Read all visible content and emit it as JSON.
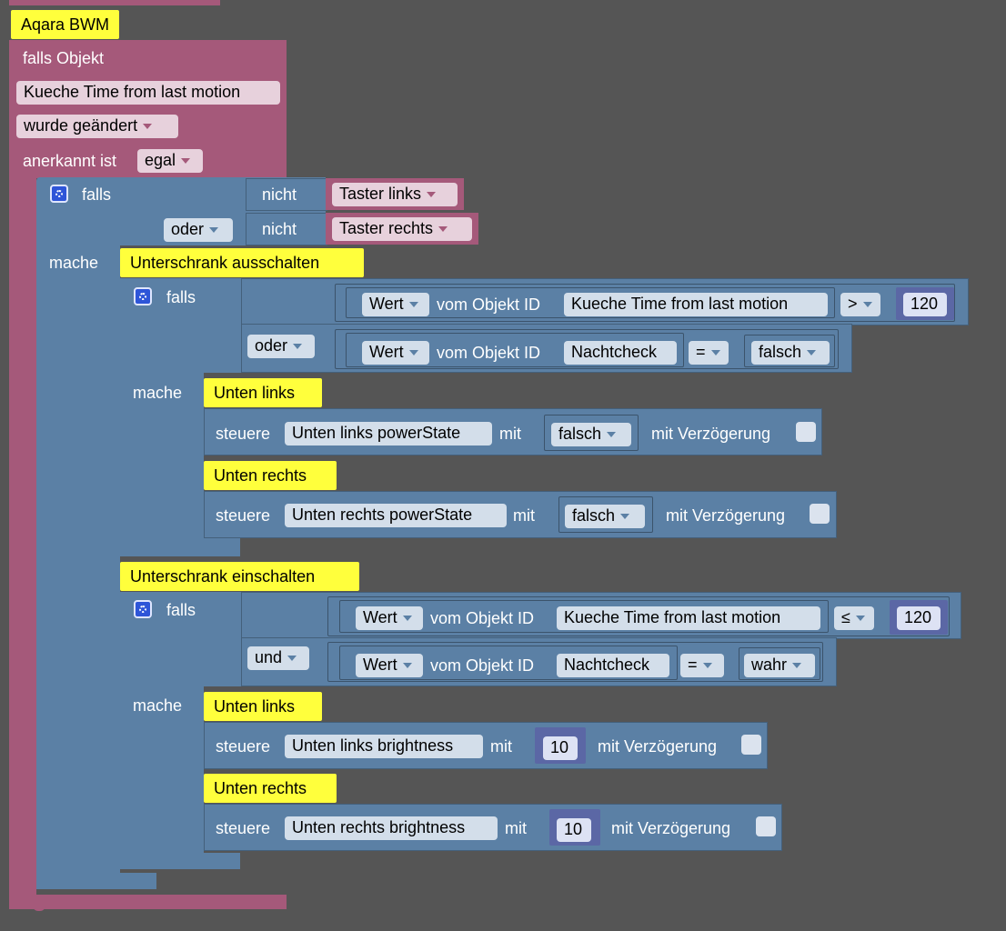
{
  "blocks": {
    "trigger_title": "Aqara BWM",
    "falls_objekt": "falls Objekt",
    "objekt_name": "Kueche Time from last motion",
    "wurde_geaendert": "wurde geändert",
    "anerkannt_ist": "anerkannt ist",
    "egal": "egal",
    "if_outer": {
      "falls": "falls",
      "nicht1": "nicht",
      "taster_links": "Taster links",
      "oder": "oder",
      "nicht2": "nicht",
      "taster_rechts": "Taster rechts",
      "mache": "mache"
    },
    "comment_aus": "Unterschrank ausschalten",
    "if_aus": {
      "falls": "falls",
      "wert1": "Wert",
      "vom_objekt1": "vom Objekt ID",
      "obj1": "Kueche Time from last motion",
      "op1": ">",
      "num1": "120",
      "oder": "oder",
      "wert2": "Wert",
      "vom_objekt2": "vom Objekt ID",
      "obj2": "Nachtcheck",
      "op2": "=",
      "val2": "falsch",
      "mache": "mache"
    },
    "comment_unten_links_1": "Unten links",
    "set_ul_power": {
      "steuere": "steuere",
      "target": "Unten links powerState",
      "mit": "mit",
      "value": "falsch",
      "verzoegerung": "mit Verzögerung"
    },
    "comment_unten_rechts_1": "Unten rechts",
    "set_ur_power": {
      "steuere": "steuere",
      "target": "Unten rechts powerState",
      "mit": "mit",
      "value": "falsch",
      "verzoegerung": "mit Verzögerung"
    },
    "comment_ein": "Unterschrank einschalten",
    "if_ein": {
      "falls": "falls",
      "wert1": "Wert",
      "vom_objekt1": "vom Objekt ID",
      "obj1": "Kueche Time from last motion",
      "op1": "≤",
      "num1": "120",
      "und": "und",
      "wert2": "Wert",
      "vom_objekt2": "vom Objekt ID",
      "obj2": "Nachtcheck",
      "op2": "=",
      "val2": "wahr",
      "mache": "mache"
    },
    "comment_unten_links_2": "Unten links",
    "set_ul_bright": {
      "steuere": "steuere",
      "target": "Unten links brightness",
      "mit": "mit",
      "value": "10",
      "verzoegerung": "mit Verzögerung"
    },
    "comment_unten_rechts_2": "Unten rechts",
    "set_ur_bright": {
      "steuere": "steuere",
      "target": "Unten rechts brightness",
      "mit": "mit",
      "value": "10",
      "verzoegerung": "mit Verzögerung"
    }
  },
  "colors": {
    "workspace": "#555555",
    "event_block": "#a5597a",
    "control_block": "#5b80a5",
    "literal_block": "#5b67a5",
    "comment": "#ffff3c"
  }
}
